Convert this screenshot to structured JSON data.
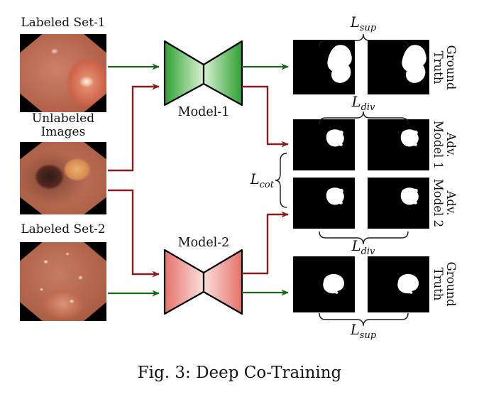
{
  "figure": {
    "caption": "Fig. 3: Deep Co-Training"
  },
  "inputs": {
    "labeled_set_1": "Labeled Set-1",
    "unlabeled": "Unlabeled\nImages",
    "labeled_set_2": "Labeled Set-2"
  },
  "models": {
    "model1": "Model-1",
    "model2": "Model-2"
  },
  "losses": {
    "sup_top": {
      "letter": "L",
      "sub": "sup"
    },
    "div_top": {
      "letter": "L",
      "sub": "div"
    },
    "cot": {
      "letter": "L",
      "sub": "cot"
    },
    "div_bottom": {
      "letter": "L",
      "sub": "div"
    },
    "sup_bottom": {
      "letter": "L",
      "sub": "sup"
    }
  },
  "outputs": {
    "ground_truth_top": "Ground\nTruth",
    "adv_model_1": "Adv.\nModel 1",
    "adv_model_2": "Adv.\nModel 2",
    "ground_truth_bottom": "Ground\nTruth"
  },
  "colors": {
    "labeled_arrow_green": "#186a18",
    "unlabeled_arrow_red": "#8c1d1d",
    "model1_edge_green": "#2ea032",
    "model1_center_green": "#d9f1d2",
    "model2_edge_red": "#e5716b",
    "model2_center_red": "#fbdfdb",
    "mask_background": "#000000",
    "mask_blob": "#ffffff"
  }
}
